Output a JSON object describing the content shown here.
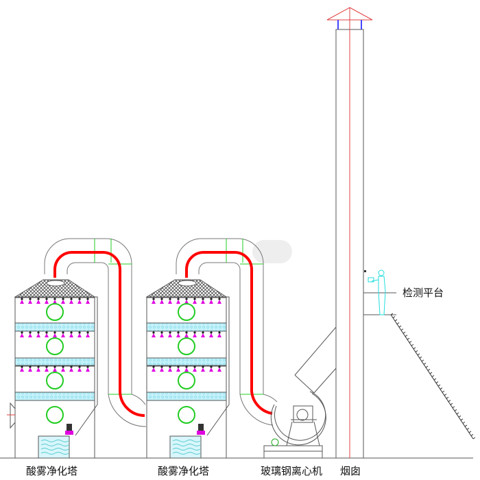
{
  "labels": {
    "tower1": "酸雾净化塔",
    "tower2": "酸雾净化塔",
    "fan": "玻璃钢离心机",
    "chimney": "烟囱",
    "platform": "检测平台"
  },
  "colors": {
    "line": "#555555",
    "flow": "#ff0000",
    "packing": "#bff0f8",
    "nozzle": "#e000e0",
    "window": "#22cc22",
    "person": "#22dddd",
    "capPost": "#4444ff"
  }
}
